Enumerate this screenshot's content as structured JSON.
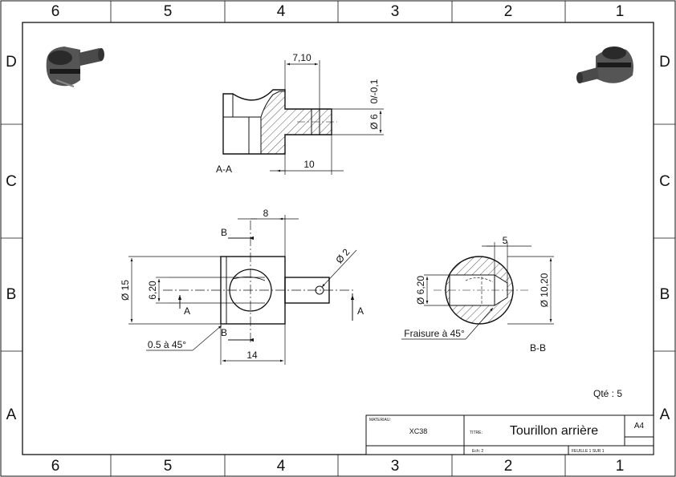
{
  "sheet": {
    "columns": [
      "6",
      "5",
      "4",
      "3",
      "2",
      "1"
    ],
    "rows": [
      "D",
      "C",
      "B",
      "A"
    ]
  },
  "views": {
    "section_aa": {
      "label": "A-A",
      "dim_top": "7,10",
      "dim_bottom": "10",
      "dim_diameter": "Ø 6",
      "dim_tolerance": "0/-0,1"
    },
    "front": {
      "dim_top": "8",
      "dim_bottom": "14",
      "dim_left_outer": "Ø 15",
      "dim_left_inner": "6,20",
      "dim_hole": "Ø 2",
      "chamfer_note": "0.5 à 45°",
      "cut_a": "A",
      "cut_b": "B"
    },
    "section_bb": {
      "label": "B-B",
      "dim_top": "5",
      "dim_left": "Ø 6,20",
      "dim_right": "Ø 10,20",
      "note": "Fraisure à 45°"
    }
  },
  "quantity": "Qté : 5",
  "title_block": {
    "material_label": "MATERIAU:",
    "material": "XC38",
    "title_label": "TITRE:",
    "title": "Tourillon arrière",
    "size": "A4",
    "scale": "Ech: 2",
    "sheet": "FEUILLE 1 SUR 1"
  },
  "colors": {
    "line": "#111111",
    "iso_body": "#555555",
    "iso_dark": "#2a2a2a"
  }
}
